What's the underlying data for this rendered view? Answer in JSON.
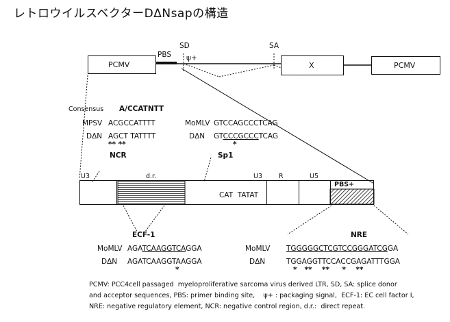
{
  "title": "レトロウイルスベクターDΔNsapの構造",
  "top_map": {
    "pcmv_left": "PCMV",
    "pbs": "PBS",
    "sd": "SD",
    "psi": "ψ+",
    "sa": "SA",
    "x": "X",
    "pcmv_right": "PCMV"
  },
  "ncr_block": {
    "consensus_label": "Consensus",
    "consensus_seq": "A/CCATNTT",
    "mpsv_label": "MPSV",
    "mpsv_seq": "ACGCCATTTT",
    "dn_label": "DΔN",
    "dn_seq": "AGCT TATTTT",
    "stars": "** **",
    "name": "NCR"
  },
  "sp1_block": {
    "momlv_label": "MoMLV",
    "momlv_seq": "GTCCAGCCCTCAG",
    "dn_label": "DΔN",
    "dn_seq_pre": "GT",
    "dn_seq_ul": "CCCGCCC",
    "dn_seq_post": "TCAG",
    "star": "*",
    "name": "Sp1"
  },
  "ltr": {
    "u3_left": "U3",
    "dr": "d.r.",
    "cat_tatat": "CAT  TATAT",
    "u3_right": "U3",
    "r": "R",
    "u5": "U5",
    "pbs_plus": "PBS+"
  },
  "ecf_block": {
    "name": "ECF-1",
    "momlv_label": "MoMLV",
    "momlv_pre": "AGA",
    "momlv_ul": "TCAAGGTCA",
    "momlv_post": "GGA",
    "dn_label": "DΔN",
    "dn_seq": "AGATCAAGGTAAGGA",
    "star": "*"
  },
  "nre_block": {
    "name": "NRE",
    "momlv_label": "MoMLV",
    "momlv_ul": "TGGGGGCTCGTCCGGGATCG",
    "momlv_post": "GA",
    "dn_label": "DΔN",
    "dn_seq": "TGGAGGTTCCACCGAGATTTGGA",
    "stars": "*   **    **     *    **"
  },
  "legend": [
    "PCMV: PCC4cell passaged  myeloproliferative sarcoma virus derived LTR, SD, SA: splice donor",
    "and acceptor sequences, PBS: primer binding site,    ψ+ : packaging signal,  ECF-1: EC cell factor I,",
    "NRE: negative regulatory element, NCR: negative control region, d.r.:  direct repeat."
  ]
}
